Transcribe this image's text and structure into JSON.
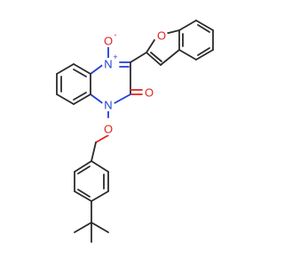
{
  "molecule": {
    "atom_labels": {
      "furan_o": "O",
      "n_oxide": "N",
      "n_oxide_charge": "+",
      "oxide_o": "O",
      "oxide_o_charge": "-",
      "carbonyl_o": "O",
      "n_ring": "N",
      "ether_o": "O"
    },
    "colors": {
      "bond": "#2b2b2b",
      "nitrogen": "#1f3fd6",
      "oxygen": "#e0231e"
    }
  }
}
